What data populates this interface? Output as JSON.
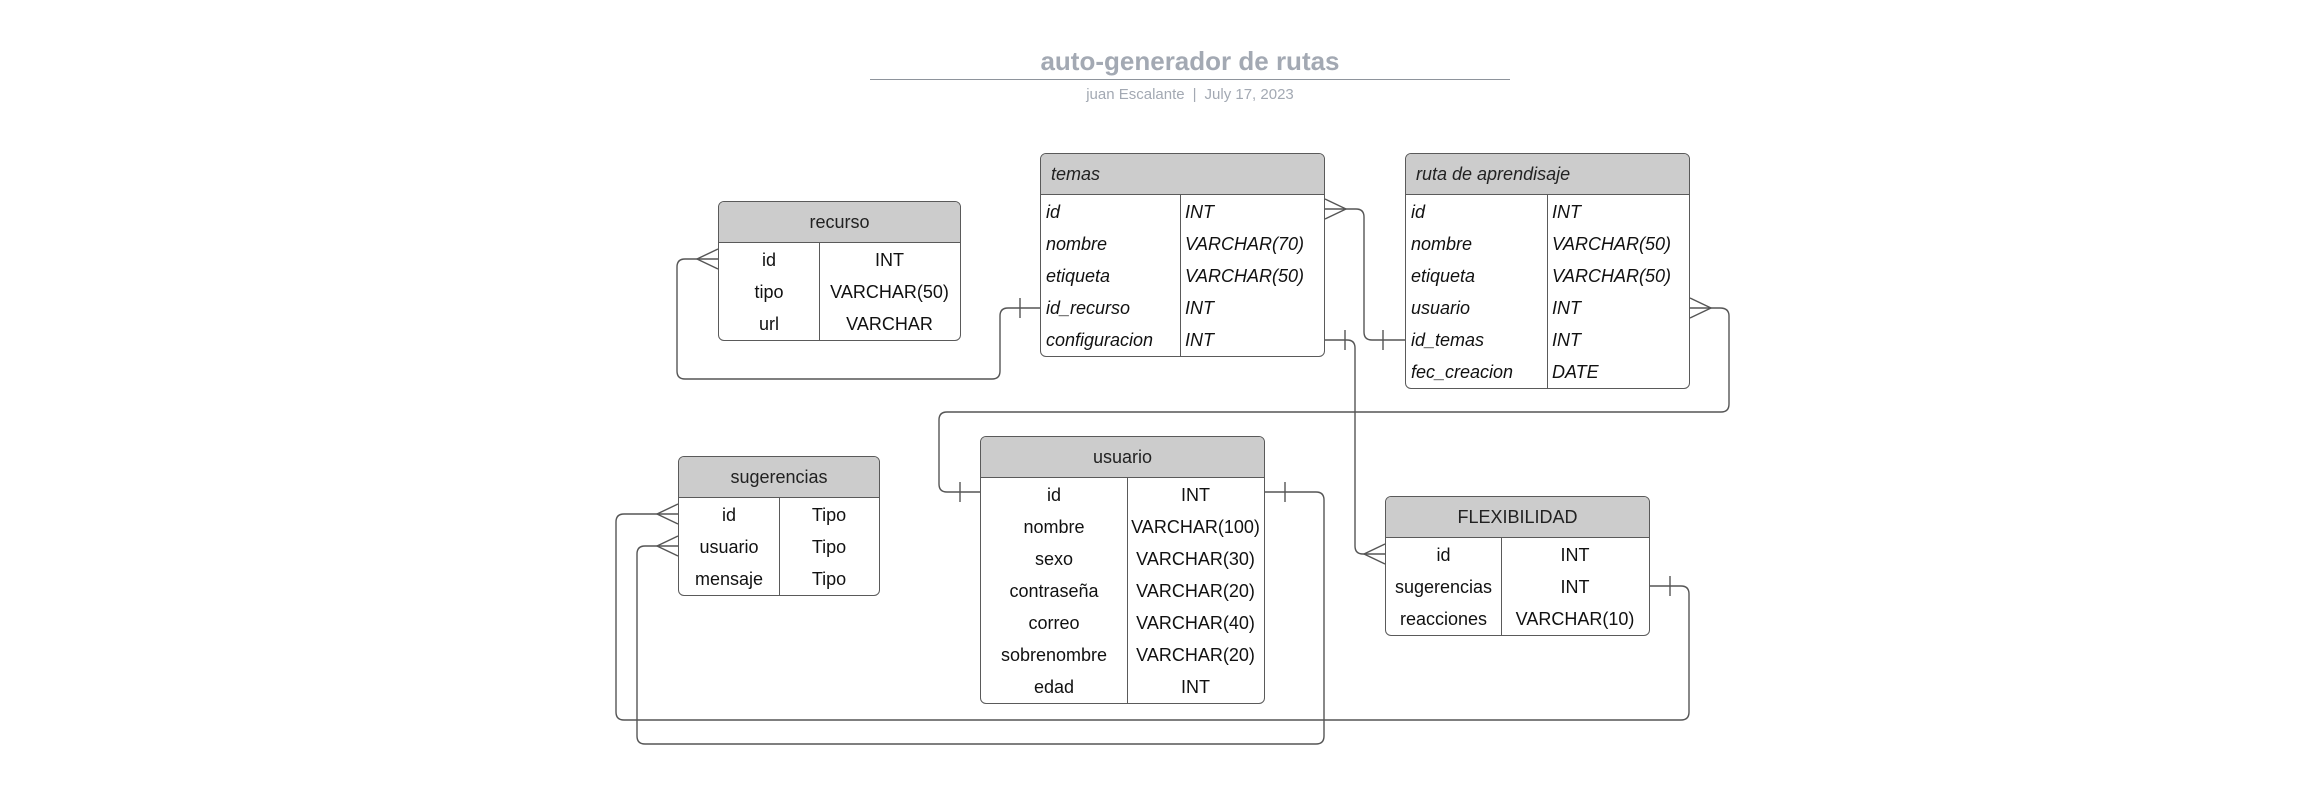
{
  "header": {
    "title": "auto-generador de rutas",
    "author": "juan Escalante",
    "separator": "|",
    "date": "July 17, 2023"
  },
  "entities": {
    "recurso": {
      "name": "recurso",
      "rows": [
        {
          "field": "id",
          "type": "INT"
        },
        {
          "field": "tipo",
          "type": "VARCHAR(50)"
        },
        {
          "field": "url",
          "type": "VARCHAR"
        }
      ]
    },
    "temas": {
      "name": "temas",
      "rows": [
        {
          "field": "id",
          "type": "INT"
        },
        {
          "field": "nombre",
          "type": "VARCHAR(70)"
        },
        {
          "field": "etiqueta",
          "type": "VARCHAR(50)"
        },
        {
          "field": "id_recurso",
          "type": "INT"
        },
        {
          "field": "configuracion",
          "type": "INT"
        }
      ]
    },
    "ruta": {
      "name": "ruta  de aprendisaje",
      "rows": [
        {
          "field": "id",
          "type": "INT"
        },
        {
          "field": "nombre",
          "type": "VARCHAR(50)"
        },
        {
          "field": "etiqueta",
          "type": "VARCHAR(50)"
        },
        {
          "field": "usuario",
          "type": "INT"
        },
        {
          "field": "id_temas",
          "type": "INT"
        },
        {
          "field": "fec_creacion",
          "type": "DATE"
        }
      ]
    },
    "sugerencias": {
      "name": "sugerencias",
      "rows": [
        {
          "field": "id",
          "type": "Tipo"
        },
        {
          "field": "usuario",
          "type": "Tipo"
        },
        {
          "field": "mensaje",
          "type": "Tipo"
        }
      ]
    },
    "usuario": {
      "name": "usuario",
      "rows": [
        {
          "field": "id",
          "type": "INT"
        },
        {
          "field": "nombre",
          "type": "VARCHAR(100)"
        },
        {
          "field": "sexo",
          "type": "VARCHAR(30)"
        },
        {
          "field": "contraseña",
          "type": "VARCHAR(20)"
        },
        {
          "field": "correo",
          "type": "VARCHAR(40)"
        },
        {
          "field": "sobrenombre",
          "type": "VARCHAR(20)"
        },
        {
          "field": "edad",
          "type": "INT"
        }
      ]
    },
    "flexibilidad": {
      "name": "FLEXIBILIDAD",
      "rows": [
        {
          "field": "id",
          "type": "INT"
        },
        {
          "field": "sugerencias",
          "type": "INT"
        },
        {
          "field": "reacciones",
          "type": "VARCHAR(10)"
        }
      ]
    }
  },
  "relationships": [
    {
      "from": "temas.id_recurso",
      "from_end": "one",
      "to": "recurso.id",
      "to_end": "many"
    },
    {
      "from": "temas.id",
      "from_end": "many",
      "to": "ruta.id_temas",
      "to_end": "one"
    },
    {
      "from": "ruta.usuario",
      "from_end": "many",
      "to": "usuario.id",
      "to_end": "one"
    },
    {
      "from": "temas.configuracion",
      "from_end": "one",
      "to": "flexibilidad.id",
      "to_end": "many"
    },
    {
      "from": "flexibilidad.sugerencias",
      "from_end": "one",
      "to": "sugerencias.id",
      "to_end": "many"
    },
    {
      "from": "usuario.id",
      "from_end": "one",
      "to": "sugerencias.usuario",
      "to_end": "many"
    }
  ],
  "colors": {
    "header_fill": "#cccccc",
    "border": "#5a5a5a",
    "line": "#555555",
    "title": "#a3a9b3"
  }
}
